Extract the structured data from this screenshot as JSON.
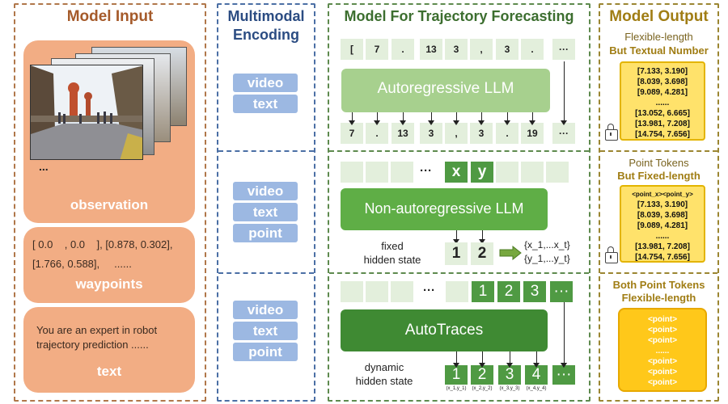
{
  "columns": {
    "model_input": "Model Input",
    "encoding_line1": "Multimodal",
    "encoding_line2": "Encoding",
    "model": "Model For Trajectory Forecasting",
    "model_output": "Model Output"
  },
  "input": {
    "observation_label": "observation",
    "ellipsis": "...",
    "waypoints_text_1": "[ 0.0    , 0.0    ], [0.878, 0.302],",
    "waypoints_text_2": "[1.766, 0.588],     ......",
    "waypoints_label": "waypoints",
    "text_line1": "You are an expert in robot",
    "text_line2": "trajectory prediction ......",
    "text_label": "text"
  },
  "encoding": {
    "row1": [
      "video",
      "text"
    ],
    "row2": [
      "video",
      "text",
      "point"
    ],
    "row3": [
      "video",
      "text",
      "point"
    ]
  },
  "model": {
    "row1": {
      "input_tokens": [
        "[",
        "7",
        ".",
        "13",
        "3",
        ",",
        "3",
        ".",
        "···"
      ],
      "output_tokens": [
        "7",
        ".",
        "13",
        "3",
        ",",
        "3",
        ".",
        "19",
        "···"
      ],
      "block": "Autoregressive LLM"
    },
    "row2": {
      "ellipsis": "···",
      "x": "x",
      "y": "y",
      "block": "Non-autoregressive LLM",
      "hidden_state_1": "fixed",
      "hidden_state_2": "hidden state",
      "out1": "1",
      "out2": "2",
      "seq_x": "{x_1,...x_t}",
      "seq_y": "{y_1,...y_t}"
    },
    "row3": {
      "ellipsis": "···",
      "top_tokens": [
        "1",
        "2",
        "3",
        "···"
      ],
      "block": "AutoTraces",
      "hidden_state_1": "dynamic",
      "hidden_state_2": "hidden state",
      "out_tokens": [
        "1",
        "2",
        "3",
        "4",
        "···"
      ],
      "out_labels": [
        "(x_1,y_1)",
        "(x_2,y_2)",
        "(x_3,y_3)",
        "(x_4,y_4)"
      ]
    }
  },
  "output": {
    "row1": {
      "line1": "Flexible-length",
      "line2": "But Textual Number",
      "values": [
        "[7.133, 3.190]",
        "[8.039, 3.698]",
        "[9.089, 4.281]",
        "......",
        "[13.052, 6.665]",
        "[13.981, 7.208]",
        "[14.754, 7.656]"
      ]
    },
    "row2": {
      "line1": "Point Tokens",
      "line2": "But Fixed-length",
      "values": [
        "<point_x><point_y>",
        "[7.133, 3.190]",
        "[8.039, 3.698]",
        "[9.089, 4.281]",
        "......",
        "[13.981, 7.208]",
        "[14.754, 7.656]"
      ]
    },
    "row3": {
      "line1": "Both Point Tokens",
      "line2": "Flexible-length",
      "values": [
        "<point>",
        "<point>",
        "<point>",
        "......",
        "<point>",
        "<point>",
        "<point>"
      ]
    }
  },
  "colors": {
    "input_border": "#b0774a",
    "encoding_border": "#4b6fa5",
    "model_border": "#5e8a4e",
    "output_border": "#9b8632",
    "input_title": "#a55a2a",
    "encoding_title": "#2b4c82",
    "model_title": "#3c6e2f",
    "output_title": "#a07d14"
  }
}
